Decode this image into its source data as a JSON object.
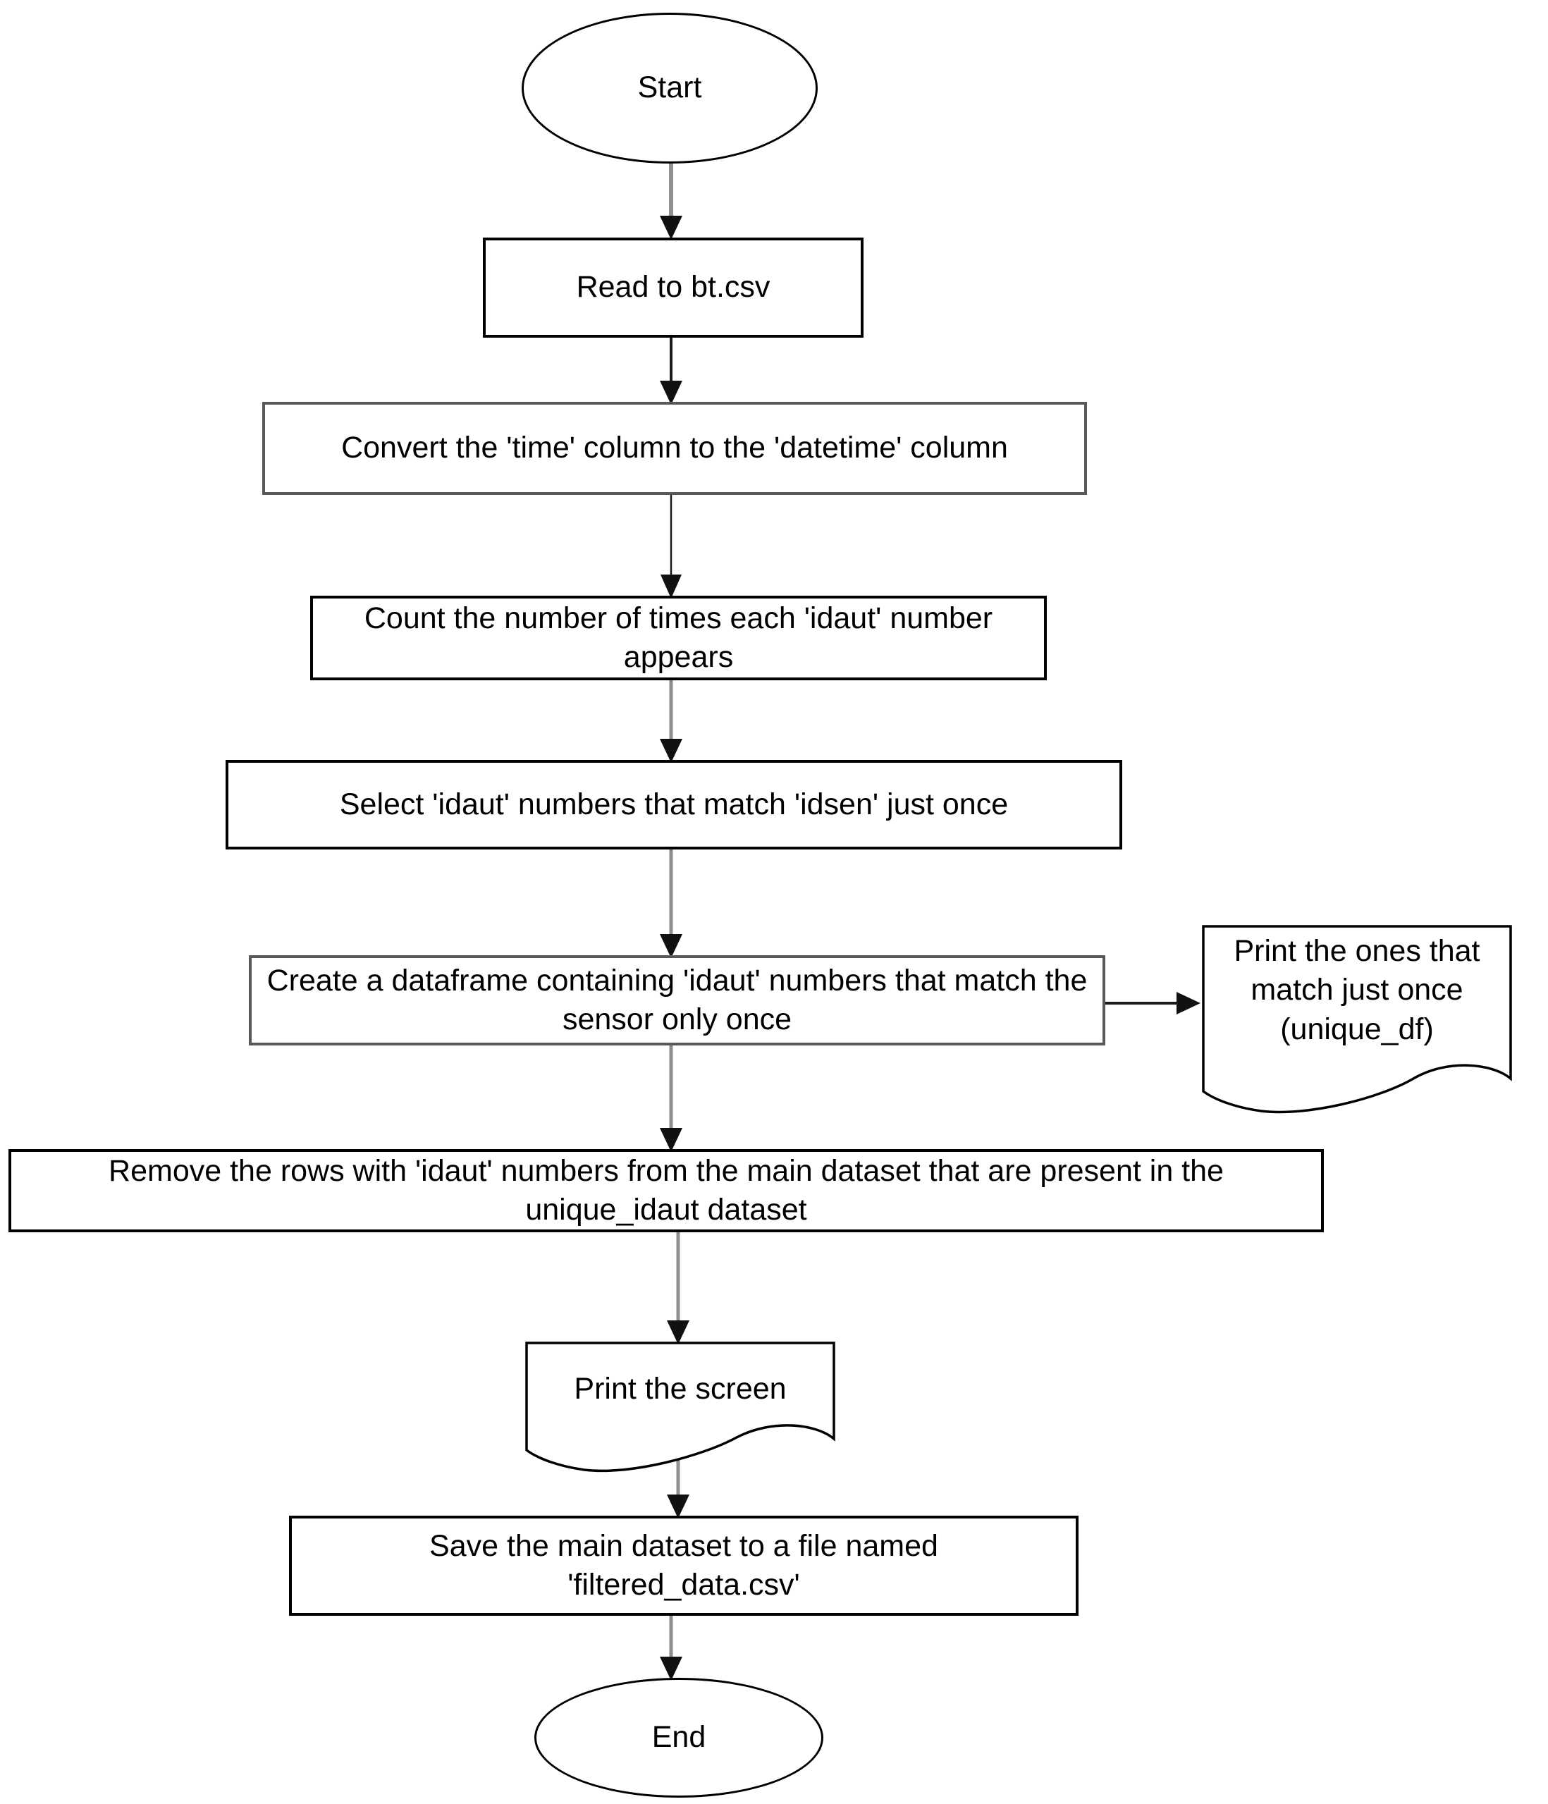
{
  "diagram": {
    "type": "flowchart",
    "colors": {
      "background": "#ffffff",
      "shape_border": "#000000",
      "shape_border_gray": "#595959",
      "connector_gray": "#8f8f8f",
      "connector_black": "#1a1a1a",
      "text": "#000000"
    },
    "nodes": {
      "start": {
        "shape": "terminator-ellipse",
        "label": "Start"
      },
      "read": {
        "shape": "process-rect",
        "label": "Read to bt.csv"
      },
      "convert": {
        "shape": "process-rect",
        "label": "Convert the 'time' column to the 'datetime' column"
      },
      "count": {
        "shape": "process-rect",
        "label": "Count the number of times each 'idaut' number appears"
      },
      "select": {
        "shape": "process-rect",
        "label": "Select 'idaut' numbers that match 'idsen' just once"
      },
      "create": {
        "shape": "process-rect",
        "label": "Create a dataframe containing 'idaut' numbers that match the sensor only once"
      },
      "print_unique": {
        "shape": "document",
        "label": "Print the ones that match just once (unique_df)"
      },
      "remove": {
        "shape": "process-rect",
        "label": "Remove the rows with 'idaut' numbers from the main dataset that are present in the unique_idaut dataset"
      },
      "print_screen": {
        "shape": "document",
        "label": "Print the screen"
      },
      "save": {
        "shape": "process-rect",
        "label": "Save the main dataset to a file named 'filtered_data.csv'"
      },
      "end": {
        "shape": "terminator-ellipse",
        "label": "End"
      }
    },
    "edges": [
      {
        "from": "start",
        "to": "read"
      },
      {
        "from": "read",
        "to": "convert"
      },
      {
        "from": "convert",
        "to": "count"
      },
      {
        "from": "count",
        "to": "select"
      },
      {
        "from": "select",
        "to": "create"
      },
      {
        "from": "create",
        "to": "print_unique"
      },
      {
        "from": "create",
        "to": "remove"
      },
      {
        "from": "remove",
        "to": "print_screen"
      },
      {
        "from": "print_screen",
        "to": "save"
      },
      {
        "from": "save",
        "to": "end"
      }
    ]
  }
}
